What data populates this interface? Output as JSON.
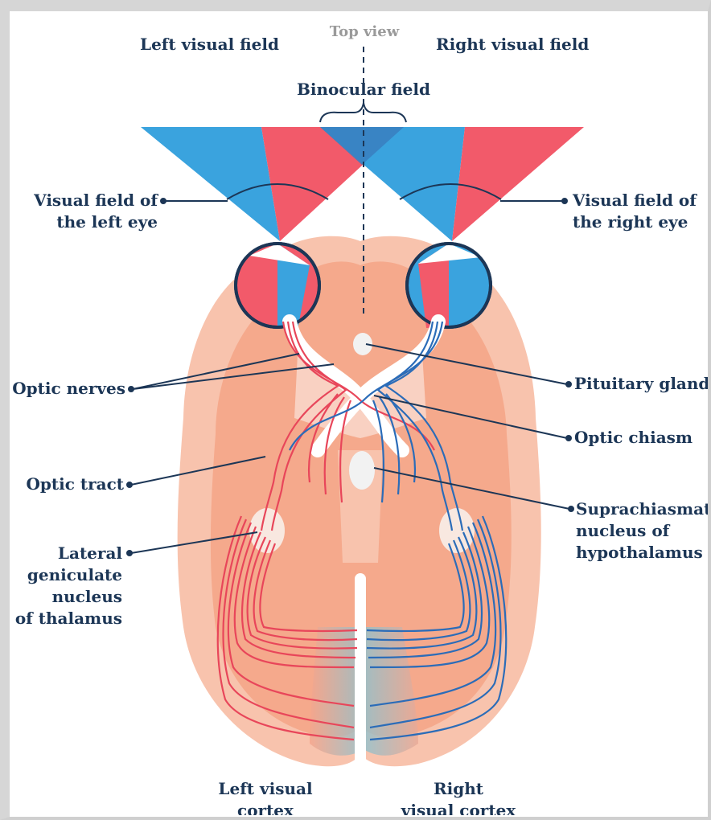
{
  "header": {
    "top_view": "Top view",
    "left_visual_field": "Left visual field",
    "right_visual_field": "Right visual field",
    "binocular_field": "Binocular field"
  },
  "labels": {
    "visual_field_left_eye": "Visual field of\nthe left eye",
    "visual_field_right_eye": "Visual field of\nthe right eye",
    "optic_nerves": "Optic nerves",
    "pituitary_gland": "Pituitary gland",
    "optic_chiasm": "Optic chiasm",
    "optic_tract": "Optic tract",
    "suprachiasmatic": "Suprachiasmatic\nnucleus of\nhypothalamus",
    "lateral_geniculate": "Lateral\ngeniculate\nnucleus\nof thalamus",
    "left_visual_cortex": "Left visual\ncortex",
    "right_visual_cortex": "Right\nvisual cortex"
  },
  "colors": {
    "left_field": "#f25a6a",
    "right_field": "#3aa3de",
    "brain_outer": "#f8c3ad",
    "brain_inner": "#f5a98c",
    "label_text": "#1c3656",
    "leader_line": "#1c3656"
  }
}
